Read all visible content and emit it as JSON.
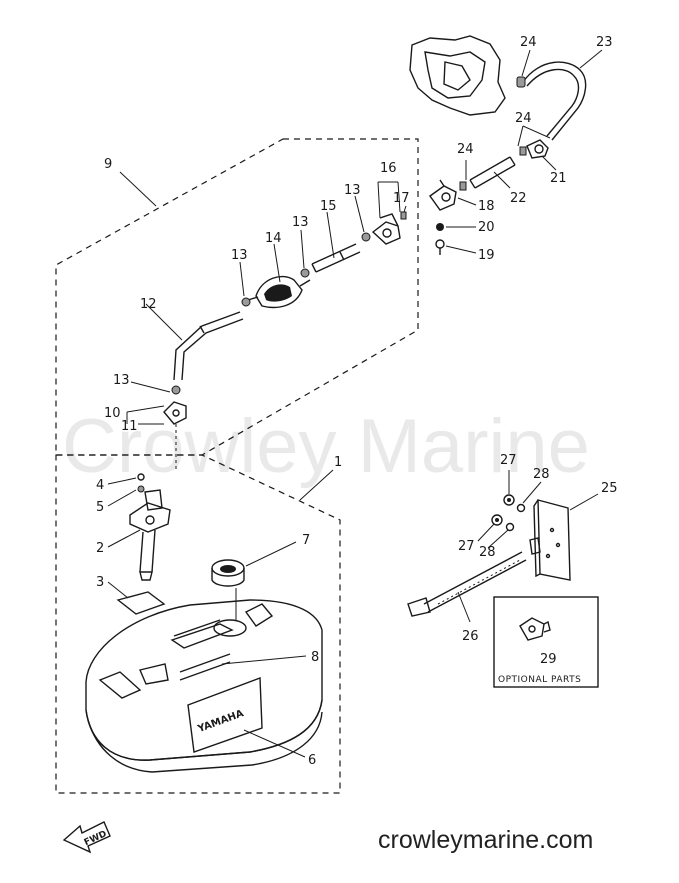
{
  "watermark": "Crowley Marine",
  "site_url": "crowleymarine.com",
  "tank_brand": "YAMAHA",
  "fwd_label": "FWD",
  "optional_parts_label": "OPTIONAL PARTS",
  "callouts": {
    "c1": "1",
    "c2": "2",
    "c3": "3",
    "c4": "4",
    "c5": "5",
    "c6": "6",
    "c7": "7",
    "c8": "8",
    "c9": "9",
    "c10": "10",
    "c11": "11",
    "c12": "12",
    "c13a": "13",
    "c13b": "13",
    "c13c": "13",
    "c13d": "13",
    "c14": "14",
    "c15": "15",
    "c16": "16",
    "c17": "17",
    "c18": "18",
    "c19": "19",
    "c20": "20",
    "c21": "21",
    "c22": "22",
    "c23": "23",
    "c24a": "24",
    "c24b": "24",
    "c24c": "24",
    "c25": "25",
    "c26": "26",
    "c27a": "27",
    "c27b": "27",
    "c28a": "28",
    "c28b": "28",
    "c29": "29"
  }
}
